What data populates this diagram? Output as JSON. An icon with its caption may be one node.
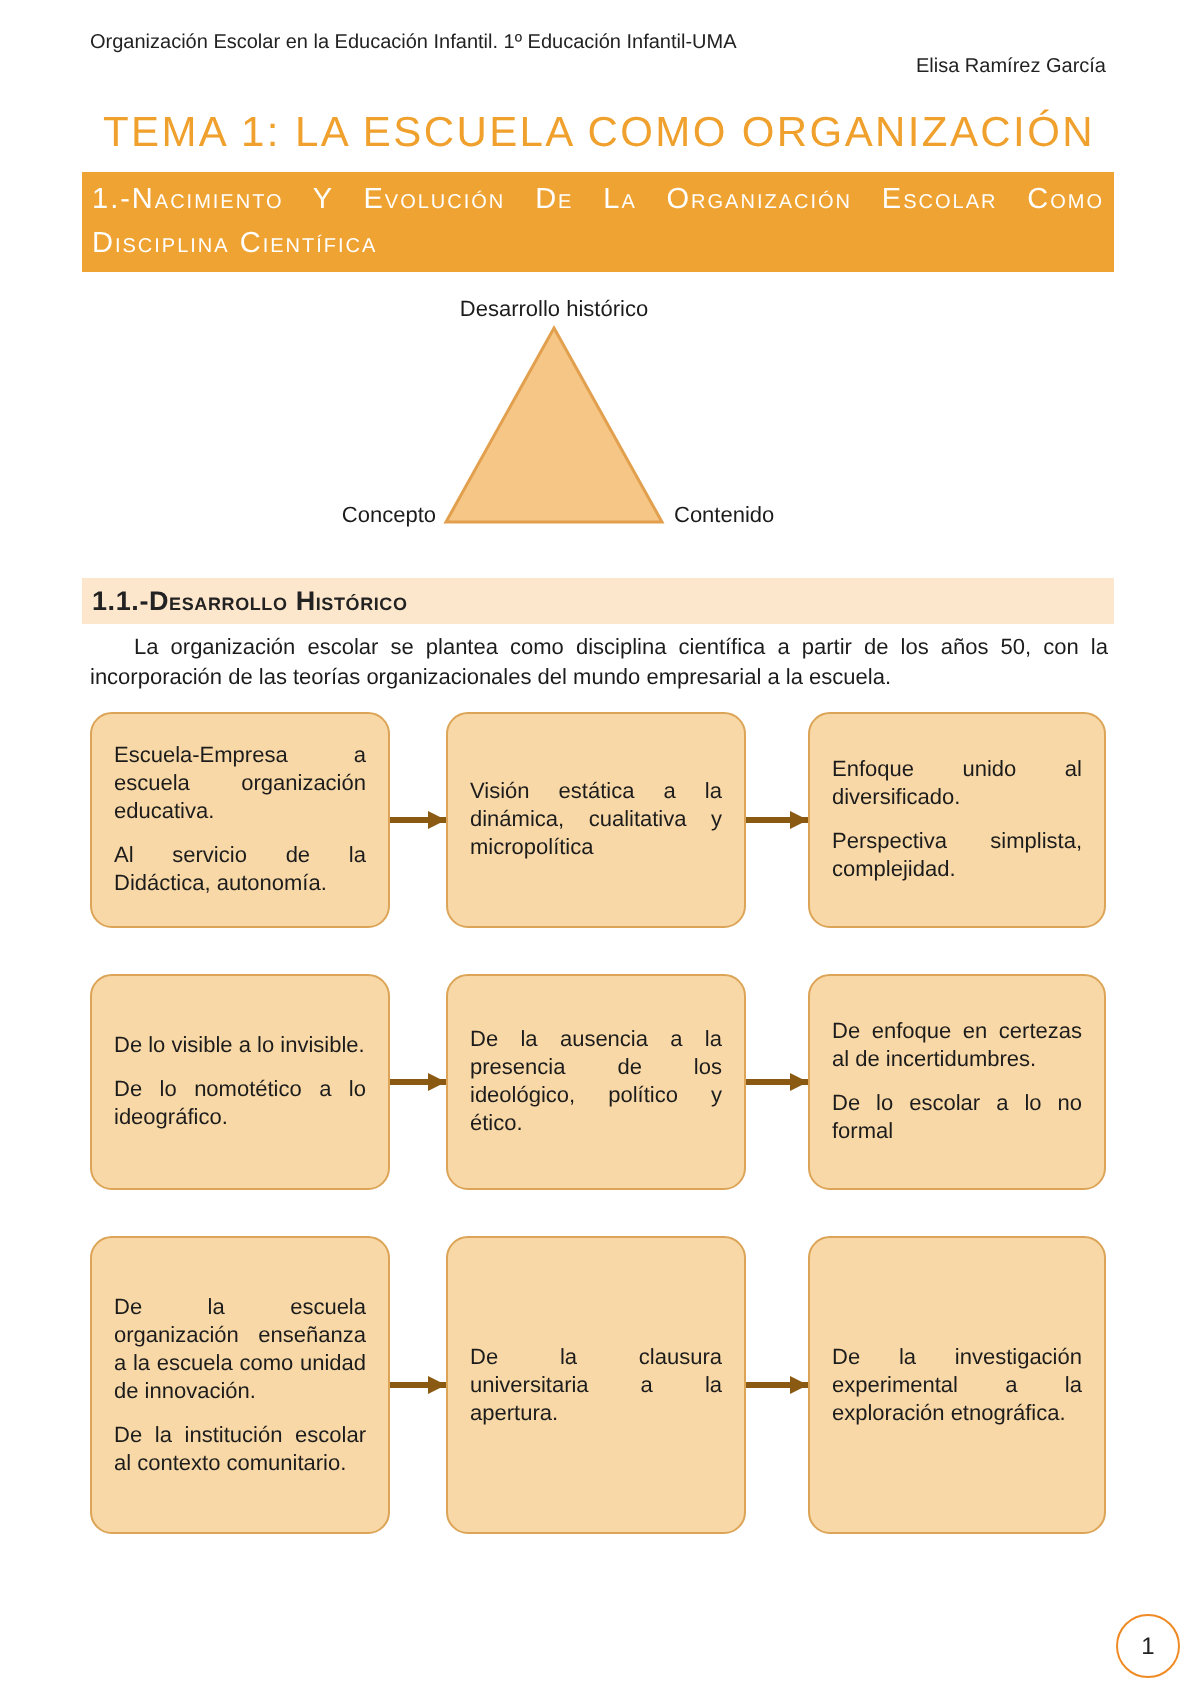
{
  "diagram": {
    "title": "TEMA 1: LA ESCUELA COMO ORGANIZACIÓN",
    "nodes": [
      {
        "text": [
          "1.-Nacimiento Y Evolución De La Organización Escolar Como Disciplina Científica"
        ]
      },
      {
        "text": [],
        "shape": "triangle",
        "beside": [
          "Desarrollo histórico",
          "Concepto",
          "Contenido"
        ]
      },
      {
        "text": [
          "1.1.-Desarrollo Histórico"
        ]
      },
      {
        "text": [
          "Escuela-Empresa a escuela organización educativa.",
          "Al servicio de la Didáctica, autonomía."
        ]
      },
      {
        "text": [
          "Visión estática a la dinámica, cualitativa y micropolítica"
        ]
      },
      {
        "text": [
          "Enfoque unido al diversificado.",
          "Perspectiva simplista, complejidad."
        ]
      },
      {
        "text": [
          "De lo visible a lo invisible.",
          "De lo nomotético a lo ideográfico."
        ]
      },
      {
        "text": [
          "De la ausencia a la presencia de los ideológico, político y ético."
        ]
      },
      {
        "text": [
          "De enfoque en certezas al de incertidumbres.",
          "De lo escolar a lo no formal"
        ]
      },
      {
        "text": [
          "De la escuela organización enseñanza a la escuela como unidad de innovación.",
          "De la institución escolar al contexto comunitario."
        ]
      },
      {
        "text": [
          "De la clausura universitaria a la apertura."
        ]
      },
      {
        "text": [
          "De la investigación experimental a la exploración etnográfica."
        ]
      },
      {
        "text": [
          "1"
        ]
      }
    ],
    "edges": [
      {
        "from": 3,
        "to": 4,
        "arrow": "to"
      },
      {
        "from": 4,
        "to": 5,
        "arrow": "to"
      },
      {
        "from": 6,
        "to": 7,
        "arrow": "to"
      },
      {
        "from": 7,
        "to": 8,
        "arrow": "to"
      },
      {
        "from": 9,
        "to": 10,
        "arrow": "to"
      },
      {
        "from": 10,
        "to": 11,
        "arrow": "to"
      }
    ],
    "labels": [
      "Organización Escolar en la Educación Infantil. 1º Educación Infantil-UMA",
      "Elisa Ramírez García",
      "La organización escolar se plantea como disciplina científica a partir de los años 50, con la incorporación de las teorías organizacionales del mundo empresarial a la escuela."
    ]
  }
}
